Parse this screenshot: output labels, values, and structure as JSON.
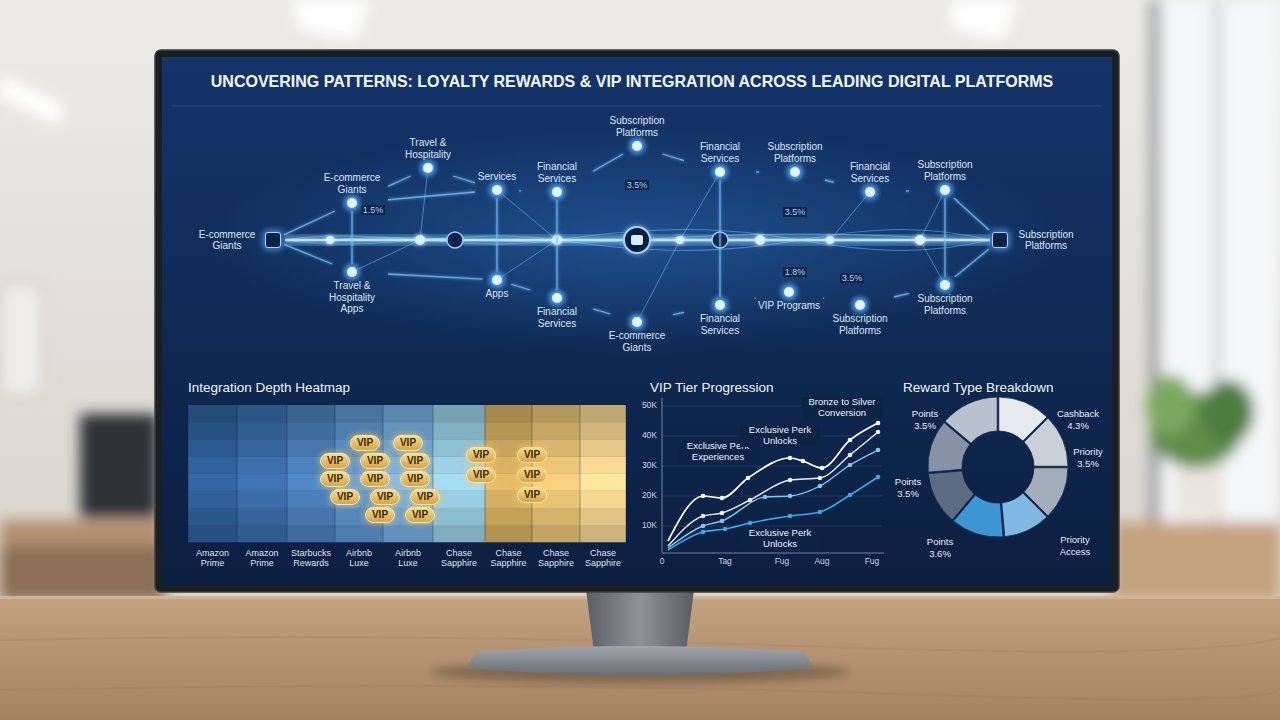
{
  "diagram": {
    "title": "UNCOVERING PATTERNS: LOYALTY REWARDS & VIP INTEGRATION ACROSS LEADING DIGITAL PLATFORMS",
    "nodes": [
      {
        "text": [
          "E-commerce Giants"
        ]
      },
      {
        "text": [
          "E-commerce Giants"
        ]
      },
      {
        "text": [
          "Travel & Hospitality"
        ]
      },
      {
        "text": [
          "Travel & Hospitality Apps"
        ]
      },
      {
        "text": [
          "Services"
        ]
      },
      {
        "text": [
          "Apps"
        ]
      },
      {
        "text": [
          "Financial Services"
        ]
      },
      {
        "text": [
          "Financial Services"
        ]
      },
      {
        "text": [
          "Subscription Platforms"
        ]
      },
      {
        "text": [
          "E-commerce Giants"
        ]
      },
      {
        "text": [
          "Financial Services"
        ]
      },
      {
        "text": [
          "Financial Services"
        ]
      },
      {
        "text": [
          "Subscription Platforms"
        ]
      },
      {
        "text": [
          "VIP Programs"
        ]
      },
      {
        "text": [
          "Financial Services"
        ]
      },
      {
        "text": [
          "Subscription Platforms"
        ]
      },
      {
        "text": [
          "Subscription Platforms"
        ]
      },
      {
        "text": [
          "Subscription Platforms"
        ]
      },
      {
        "text": [
          "Subscription Platforms"
        ]
      },
      {
        "text": [
          "VIP"
        ]
      },
      {
        "text": [
          "VIP"
        ]
      },
      {
        "text": [
          "VIP"
        ]
      },
      {
        "text": [
          "VIP"
        ]
      },
      {
        "text": [
          "VIP"
        ]
      },
      {
        "text": [
          "VIP"
        ]
      },
      {
        "text": [
          "VIP"
        ]
      },
      {
        "text": [
          "VIP"
        ]
      },
      {
        "text": [
          "VIP"
        ]
      },
      {
        "text": [
          "VIP"
        ]
      },
      {
        "text": [
          "VIP"
        ]
      },
      {
        "text": [
          "VIP"
        ]
      },
      {
        "text": [
          "VIP"
        ]
      },
      {
        "text": [
          "VIP"
        ]
      },
      {
        "text": [
          "VIP"
        ]
      },
      {
        "text": [
          "VIP"
        ]
      },
      {
        "text": [
          "VIP"
        ]
      },
      {
        "text": [
          "VIP"
        ]
      }
    ],
    "edges": [
      {
        "from": 0,
        "to": 1,
        "arrow": "none"
      },
      {
        "from": 0,
        "to": 3,
        "arrow": "none"
      },
      {
        "from": 1,
        "to": 2,
        "arrow": "none"
      },
      {
        "from": 1,
        "to": 3,
        "arrow": "none"
      },
      {
        "from": 1,
        "to": 4,
        "arrow": "none"
      },
      {
        "from": 2,
        "to": 4,
        "arrow": "none"
      },
      {
        "from": 3,
        "to": 5,
        "arrow": "none"
      },
      {
        "from": 4,
        "to": 5,
        "arrow": "none"
      },
      {
        "from": 4,
        "to": 6,
        "arrow": "none"
      },
      {
        "from": 5,
        "to": 7,
        "arrow": "none"
      },
      {
        "from": 6,
        "to": 7,
        "arrow": "none"
      },
      {
        "from": 6,
        "to": 8,
        "arrow": "none"
      },
      {
        "from": 7,
        "to": 9,
        "arrow": "none"
      },
      {
        "from": 8,
        "to": 10,
        "arrow": "none"
      },
      {
        "from": 9,
        "to": 11,
        "arrow": "none"
      },
      {
        "from": 10,
        "to": 11,
        "arrow": "none"
      },
      {
        "from": 10,
        "to": 12,
        "arrow": "none"
      },
      {
        "from": 11,
        "to": 13,
        "arrow": "none"
      },
      {
        "from": 12,
        "to": 14,
        "arrow": "none"
      },
      {
        "from": 13,
        "to": 15,
        "arrow": "none"
      },
      {
        "from": 14,
        "to": 16,
        "arrow": "none"
      },
      {
        "from": 15,
        "to": 17,
        "arrow": "none"
      },
      {
        "from": 16,
        "to": 17,
        "arrow": "none"
      },
      {
        "from": 16,
        "to": 18,
        "arrow": "none"
      },
      {
        "from": 17,
        "to": 18,
        "arrow": "none"
      }
    ],
    "labels": [
      "Integration Depth Heatmap",
      "VIP Tier Progression",
      "Reward Type Breakdown",
      "1.5%",
      "3.5%",
      "3.5%",
      "1.8%",
      "3.5%",
      "Amazon Prime",
      "Amazon Prime",
      "Starbucks Rewards",
      "Airbnb Luxe",
      "Airbnb Luxe",
      "Chase Sapphire",
      "Chase Sapphire",
      "Chase Sapphire",
      "Chase Sapphire",
      "50K",
      "40K",
      "30K",
      "20K",
      "10K",
      "0",
      "Tag",
      "Fug",
      "Aug",
      "Fug",
      "Exclusive Perk Experiences",
      "Exclusive Perk Unlocks",
      "Bronze to Silver Conversion",
      "Exclusive Perk Unlocks",
      "Points 3.5%",
      "Cashback 4.3%",
      "Points 3.5%",
      "Priority 3.5%",
      "Points 3.6%",
      "Priority Access"
    ]
  }
}
